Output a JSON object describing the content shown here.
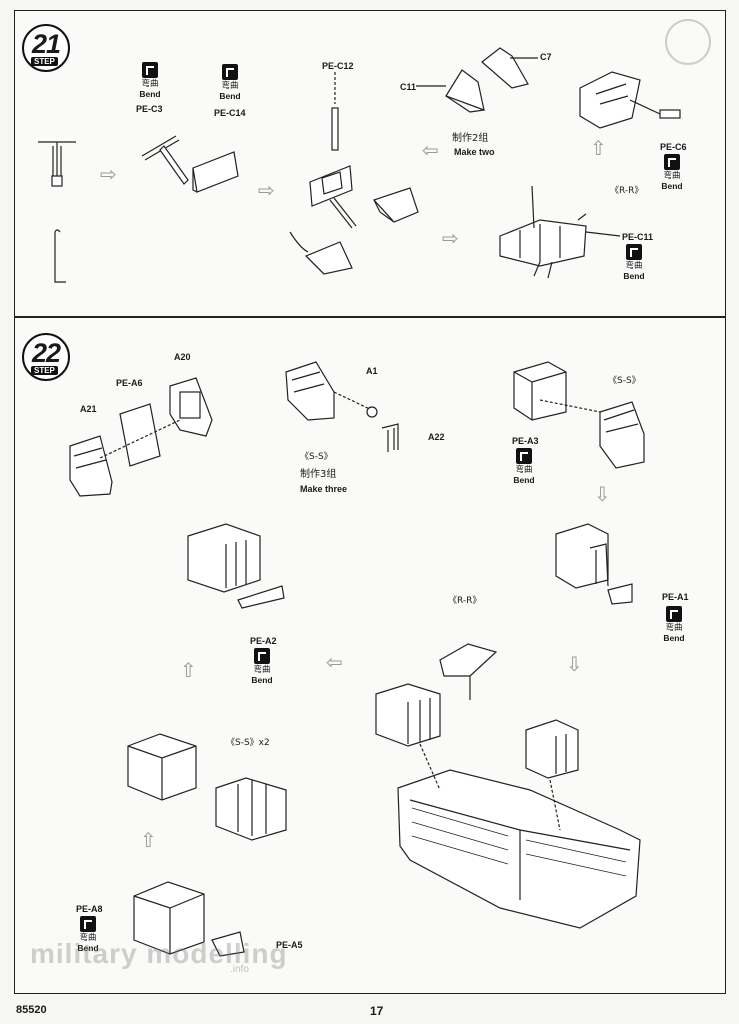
{
  "steps": {
    "step21": {
      "number": "21",
      "step_label": "STEP",
      "labels": {
        "pe_c3": "PE-C3",
        "pe_c14": "PE-C14",
        "pe_c12": "PE-C12",
        "c7": "C7",
        "c11": "C11",
        "pe_c6": "PE-C6",
        "pe_c11": "PE-C11",
        "r_r": "《R-R》",
        "make_two_cn": "制作2组",
        "make_two_en": "Make two"
      }
    },
    "step22": {
      "number": "22",
      "step_label": "STEP",
      "labels": {
        "a20": "A20",
        "pe_a6": "PE-A6",
        "a21": "A21",
        "a1": "A1",
        "a22": "A22",
        "s_s_1": "《S-S》",
        "make_three_cn": "制作3组",
        "make_three_en": "Make three",
        "s_s_2": "《S-S》",
        "pe_a3": "PE-A3",
        "pe_a1": "PE-A1",
        "pe_a2": "PE-A2",
        "r_r": "《R-R》",
        "s_s_x2": "《S-S》x2",
        "pe_a8": "PE-A8",
        "pe_a5": "PE-A5"
      }
    }
  },
  "bend": {
    "cn": "弯曲",
    "en": "Bend"
  },
  "footer": {
    "code": "85520",
    "page": "17"
  },
  "watermark": {
    "text": "military modelling",
    "sub": ".info"
  },
  "icons": {
    "bend": "bend-icon",
    "flow_arrow": "arrow-icon"
  }
}
